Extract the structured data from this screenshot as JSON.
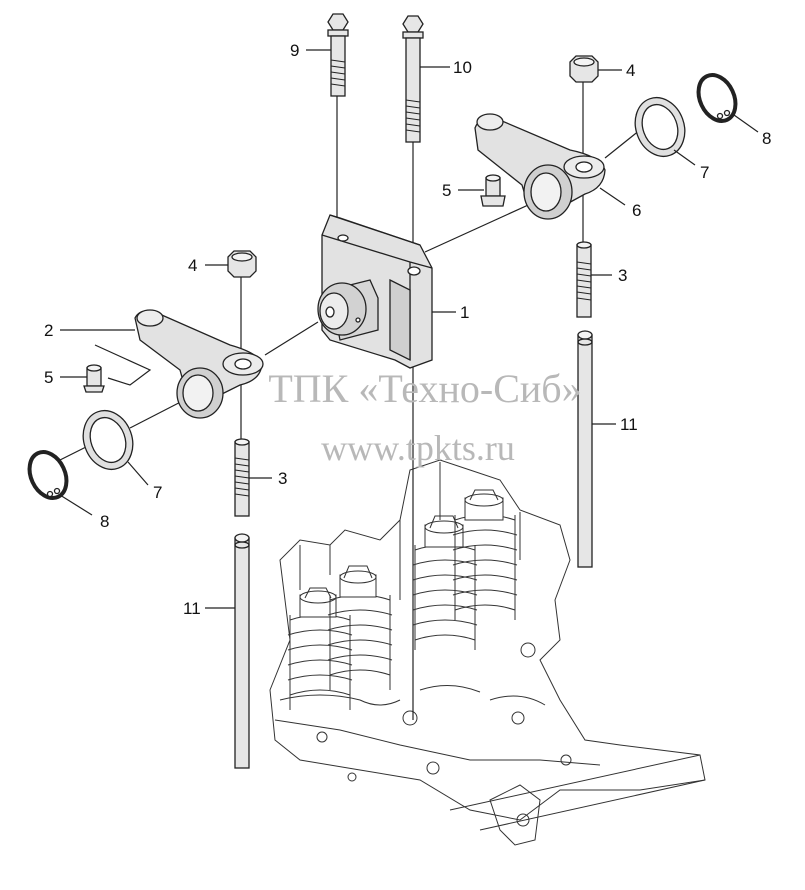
{
  "callouts": {
    "c1": "1",
    "c2": "2",
    "c3a": "3",
    "c3b": "3",
    "c4a": "4",
    "c4b": "4",
    "c5a": "5",
    "c5b": "5",
    "c6": "6",
    "c7a": "7",
    "c7b": "7",
    "c8a": "8",
    "c8b": "8",
    "c9": "9",
    "c10": "10",
    "c11a": "11",
    "c11b": "11"
  },
  "watermark": {
    "line1": "ТПК «Техно-Сиб»",
    "line2": "www.tpkts.ru"
  },
  "colors": {
    "part_fill": "#e6e6e6",
    "part_shade": "#c8c8c8",
    "line": "#222222",
    "watermark": "#b8b8b8"
  }
}
